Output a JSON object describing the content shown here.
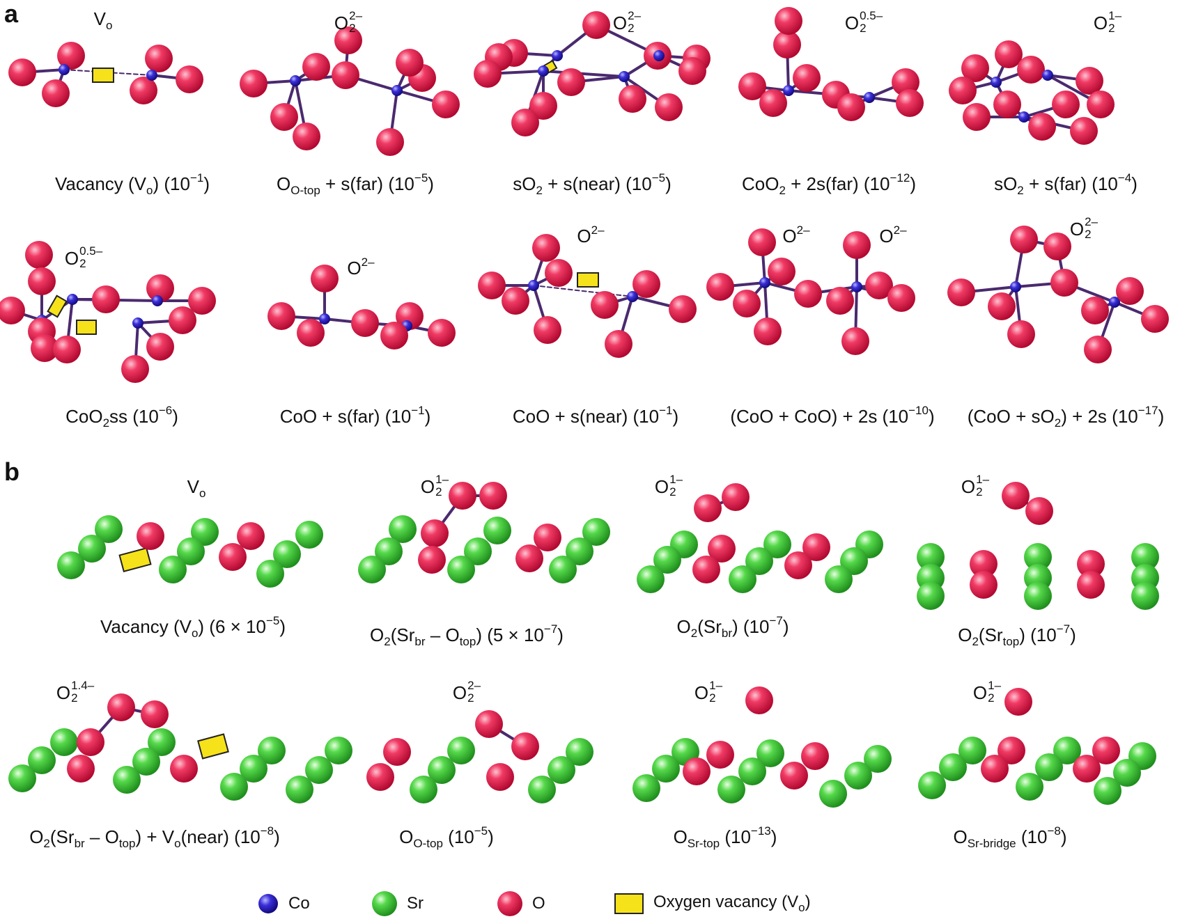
{
  "panel_labels": {
    "a": "a",
    "b": "b"
  },
  "colors": {
    "cobalt": "#3a2fd8",
    "strontium": "#3cc23a",
    "oxygen": "#e0184a",
    "vacancy": "#f6e21a",
    "bond": "#4a2a6e"
  },
  "panel_a": {
    "species": [
      {
        "base": "V",
        "sub": "o",
        "sup": ""
      },
      {
        "base": "O",
        "sub": "2",
        "sup": "2–"
      },
      {
        "base": "O",
        "sub": "2",
        "sup": "2–"
      },
      {
        "base": "O",
        "sub": "2",
        "sup": "0.5–"
      },
      {
        "base": "O",
        "sub": "2",
        "sup": "1–"
      },
      {
        "base": "O",
        "sub": "2",
        "sup": "0.5–"
      },
      {
        "base": "O",
        "sub": "",
        "sup": "2–"
      },
      {
        "base": "O",
        "sub": "",
        "sup": "2–"
      },
      {
        "base": "O",
        "sub": "",
        "sup": "2–"
      },
      {
        "base": "O",
        "sub": "",
        "sup": "2–"
      },
      {
        "base": "O",
        "sub": "2",
        "sup": "2–"
      }
    ],
    "captions": [
      {
        "pre": "Vacancy (V",
        "sub": "o",
        "post": ") (10",
        "sup": "−1",
        "end": ")"
      },
      {
        "pre": "O",
        "sub": "O-top",
        "post": " + s(far) (10",
        "sup": "−5",
        "end": ")"
      },
      {
        "pre": "sO",
        "sub": "2",
        "post": " + s(near) (10",
        "sup": "−5",
        "end": ")"
      },
      {
        "pre": "CoO",
        "sub": "2",
        "post": " + 2s(far) (10",
        "sup": "−12",
        "end": ")"
      },
      {
        "pre": "sO",
        "sub": "2",
        "post": " + s(far) (10",
        "sup": "−4",
        "end": ")"
      },
      {
        "pre": "CoO",
        "sub": "2",
        "post": "ss (10",
        "sup": "−6",
        "end": ")"
      },
      {
        "pre": "CoO + s(far) (10",
        "sub": "",
        "post": "",
        "sup": "−1",
        "end": ")"
      },
      {
        "pre": "CoO + s(near) (10",
        "sub": "",
        "post": "",
        "sup": "−1",
        "end": ")"
      },
      {
        "pre": "(CoO + CoO) + 2s (10",
        "sub": "",
        "post": "",
        "sup": "−10",
        "end": ")"
      },
      {
        "pre": "(CoO + sO",
        "sub": "2",
        "post": ") + 2s (10",
        "sup": "−17",
        "end": ")"
      }
    ]
  },
  "panel_b": {
    "species": [
      {
        "base": "V",
        "sub": "o",
        "sup": ""
      },
      {
        "base": "O",
        "sub": "2",
        "sup": "1–"
      },
      {
        "base": "O",
        "sub": "2",
        "sup": "1–"
      },
      {
        "base": "O",
        "sub": "2",
        "sup": "1–"
      },
      {
        "base": "O",
        "sub": "2",
        "sup": "1.4–"
      },
      {
        "base": "O",
        "sub": "2",
        "sup": "2–"
      },
      {
        "base": "O",
        "sub": "2",
        "sup": "1–"
      },
      {
        "base": "O",
        "sub": "2",
        "sup": "1–"
      }
    ],
    "captions": [
      {
        "pre": "Vacancy (V",
        "sub": "o",
        "post": ") (6 × 10",
        "sup": "−5",
        "end": ")"
      },
      {
        "pre": "O",
        "sub": "2",
        "post": "(Sr",
        "sub2": "br",
        "post2": " – O",
        "sub3": "top",
        "post3": ") (5 × 10",
        "sup": "−7",
        "end": ")"
      },
      {
        "pre": "O",
        "sub": "2",
        "post": "(Sr",
        "sub2": "br",
        "post2": ") (10",
        "sup": "−7",
        "end": ")"
      },
      {
        "pre": "O",
        "sub": "2",
        "post": "(Sr",
        "sub2": "top",
        "post2": ") (10",
        "sup": "−7",
        "end": ")"
      },
      {
        "pre": "O",
        "sub": "2",
        "post": "(Sr",
        "sub2": "br",
        "post2": " – O",
        "sub3": "top",
        "post3": ") + V",
        "sub4": "o",
        "post4": "(near) (10",
        "sup": "−8",
        "end": ")"
      },
      {
        "pre": "O",
        "sub": "O-top",
        "post": " (10",
        "sup": "−5",
        "end": ")"
      },
      {
        "pre": "O",
        "sub": "Sr-top",
        "post": " (10",
        "sup": "−13",
        "end": ")"
      },
      {
        "pre": "O",
        "sub": "Sr-bridge",
        "post": " (10",
        "sup": "−8",
        "end": ")"
      }
    ]
  },
  "legend": [
    {
      "label": "Co",
      "icon": "cobalt-atom"
    },
    {
      "label": "Sr",
      "icon": "strontium-atom"
    },
    {
      "label": "O",
      "icon": "oxygen-atom"
    },
    {
      "label": "Oxygen vacancy (V",
      "sub": "o",
      "end": ")",
      "icon": "vacancy-square"
    }
  ]
}
